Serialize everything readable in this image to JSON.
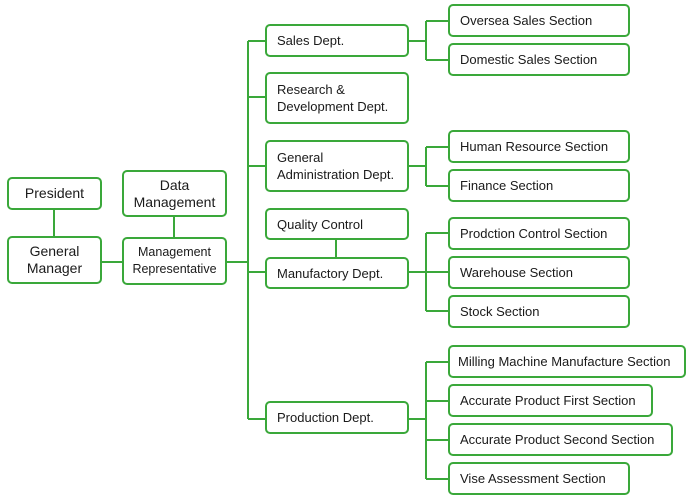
{
  "colors": {
    "accent": "#3aa83a",
    "text": "#1a1a1a",
    "background": "#ffffff"
  },
  "nodes": {
    "president": "President",
    "general_manager": [
      "General",
      "Manager"
    ],
    "data_management": [
      "Data",
      "Management"
    ],
    "management_representative": [
      "Management",
      "Representative"
    ],
    "sales_dept": "Sales Dept.",
    "oversea_sales": "Oversea Sales Section",
    "domestic_sales": "Domestic Sales Section",
    "research_dept": [
      "Research &",
      "Development Dept."
    ],
    "general_admin_dept": [
      "General",
      "Administration Dept."
    ],
    "human_resource": "Human Resource Section",
    "finance": "Finance Section",
    "quality_control": "Quality Control",
    "manufactory_dept": "Manufactory Dept.",
    "production_control": "Prodction Control Section",
    "warehouse": "Warehouse Section",
    "stock": "Stock Section",
    "production_dept": "Production Dept.",
    "milling": "Milling Machine Manufacture Section",
    "accurate_first": "Accurate Product First Section",
    "accurate_second": "Accurate Product Second Section",
    "vise_assessment": "Vise Assessment Section"
  }
}
